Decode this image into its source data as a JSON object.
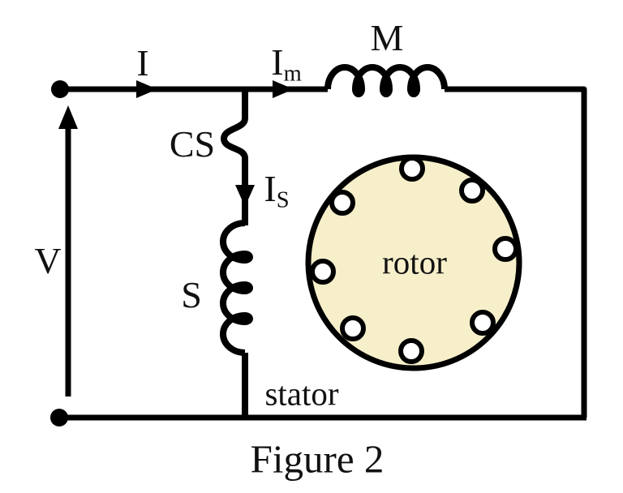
{
  "figure": {
    "caption": "Figure 2",
    "labels": {
      "supply_voltage": "V",
      "line_current": "I",
      "main_current": {
        "base": "I",
        "sub": "m"
      },
      "start_current": {
        "base": "I",
        "sub": "S"
      },
      "main_winding": "M",
      "start_winding": "S",
      "centrifugal_switch": "CS",
      "rotor": "rotor",
      "stator": "stator"
    },
    "rotor_bar_count": 8,
    "colors": {
      "wire": "#000000",
      "text": "#111111",
      "rotor_fill": "#f6efca",
      "rotor_bar_fill": "#ffffff",
      "background": "#ffffff"
    }
  }
}
